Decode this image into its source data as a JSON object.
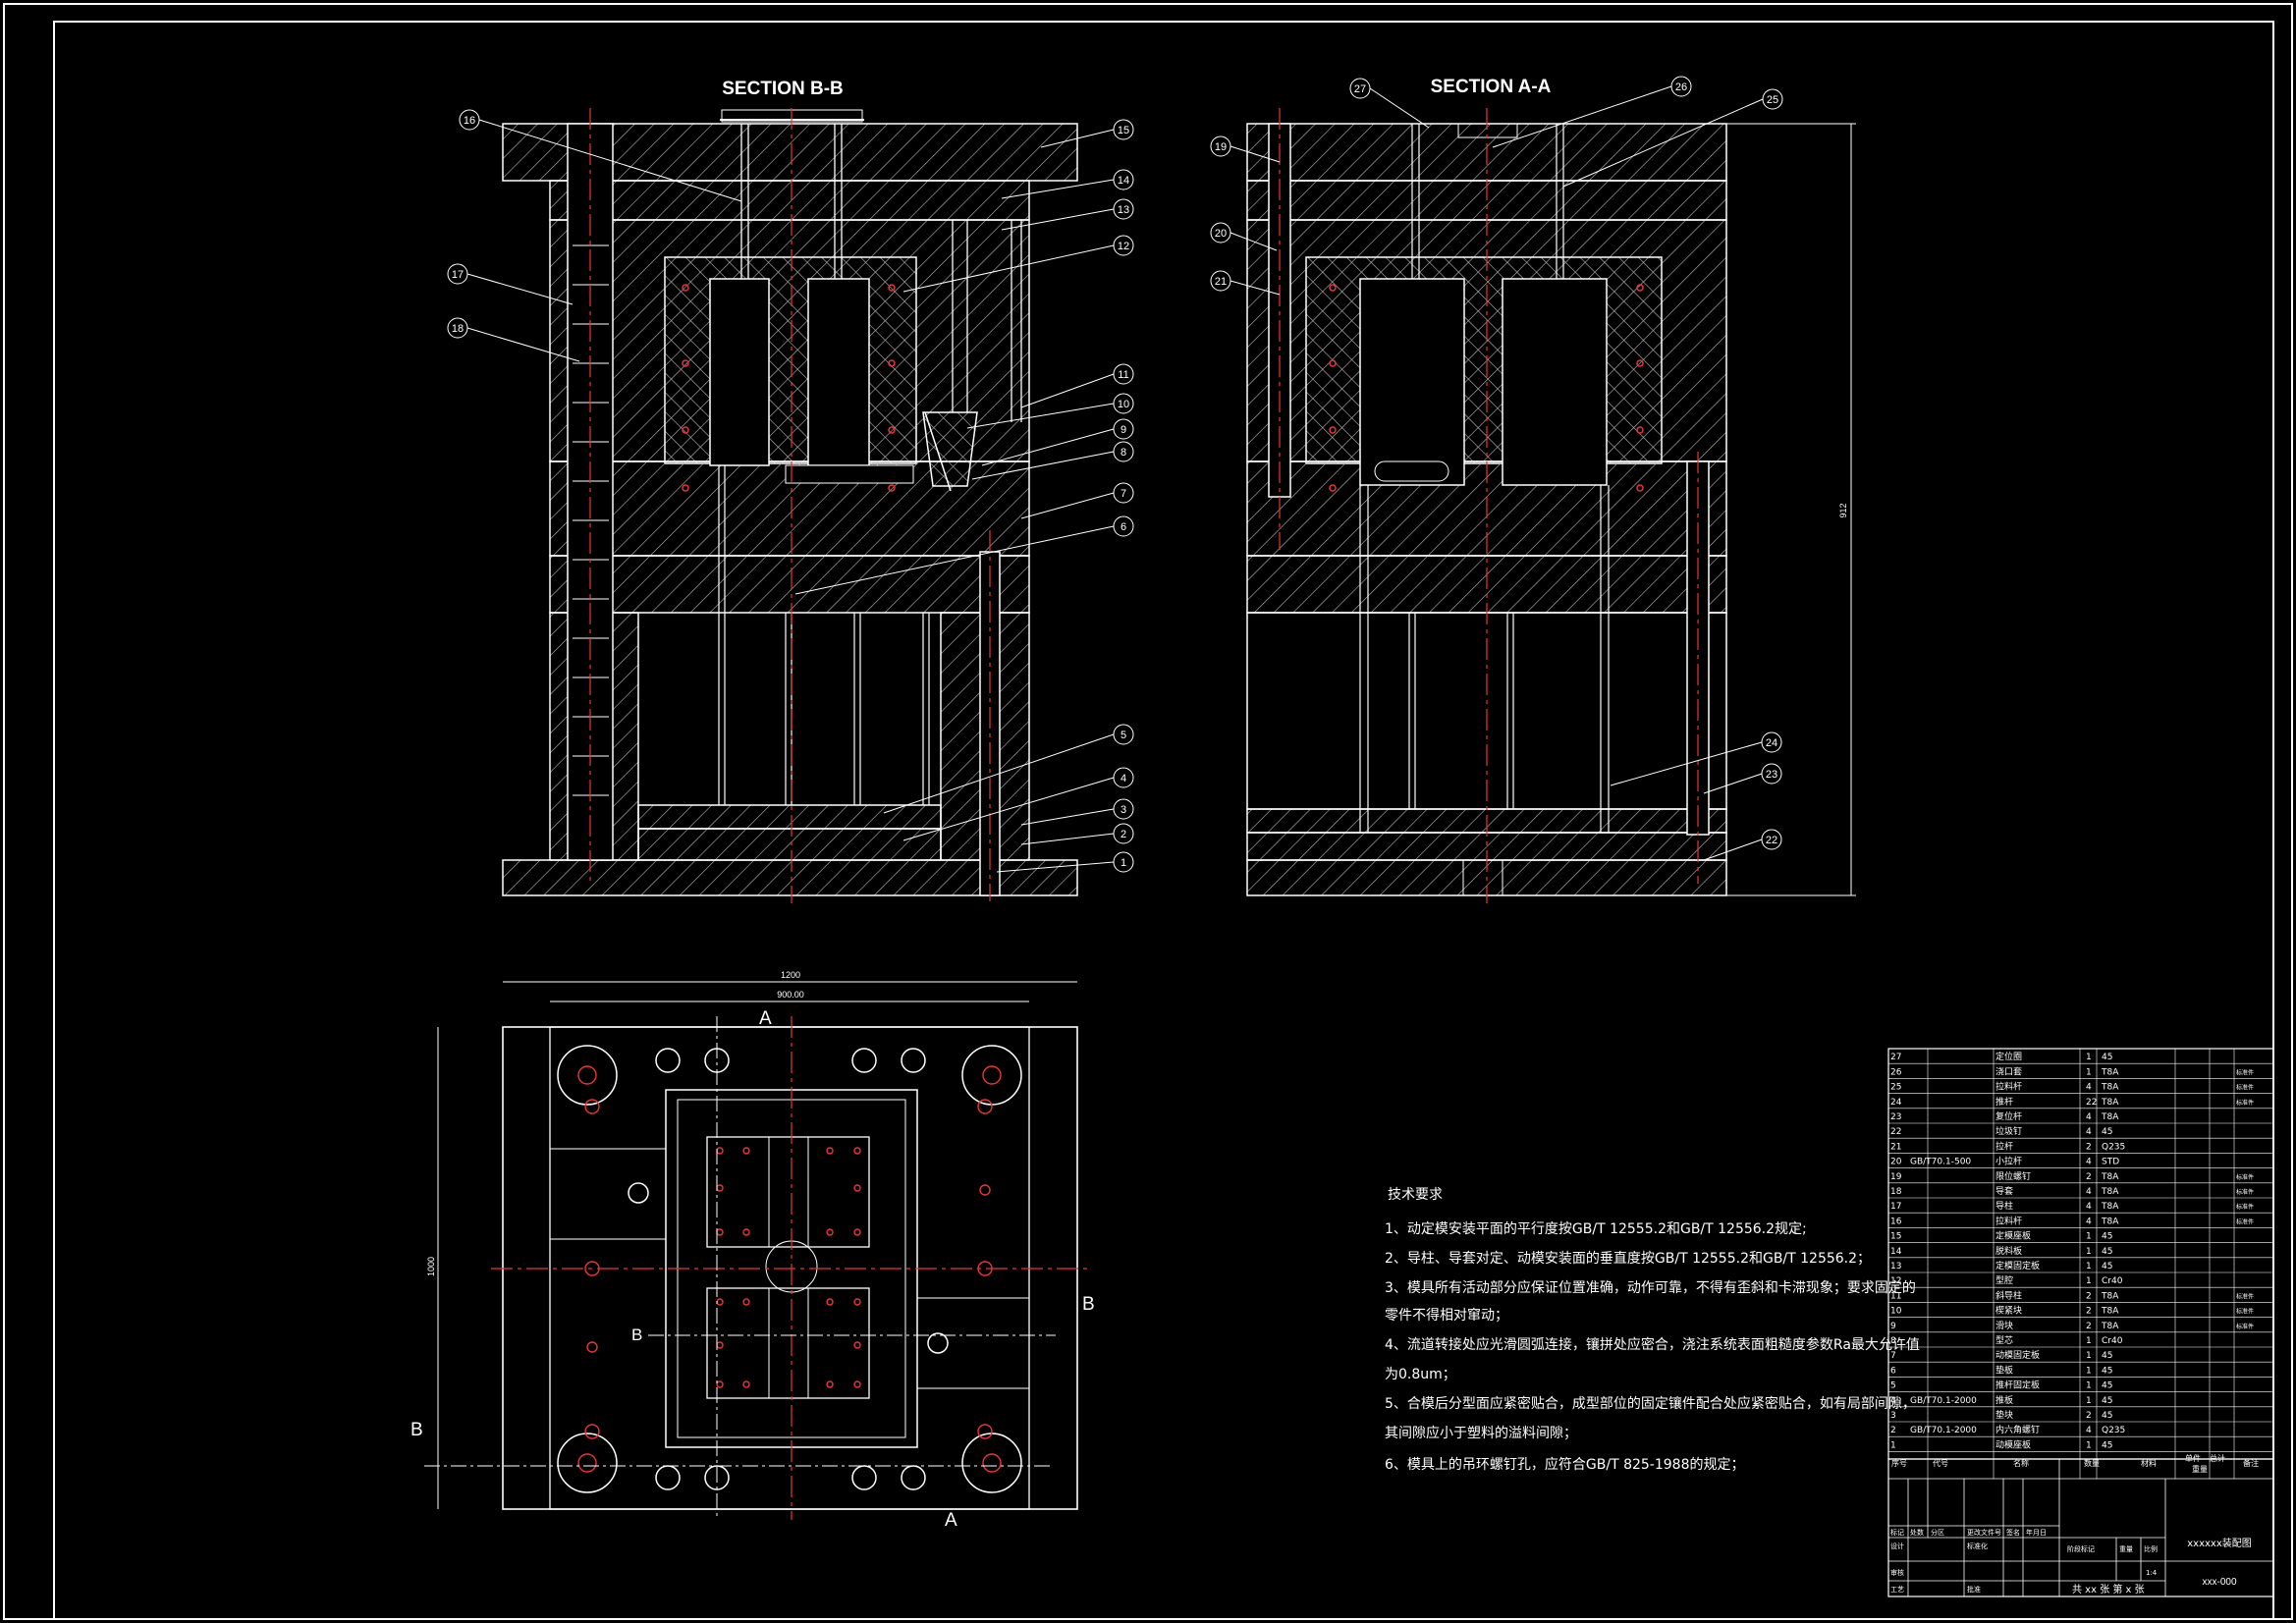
{
  "titles": {
    "section_bb": "SECTION B-B",
    "section_aa": "SECTION A-A"
  },
  "section_marks": {
    "a": "A",
    "b": "B"
  },
  "dims": {
    "top_outer": "1200",
    "top_inner": "900.00",
    "left": "1000",
    "right": "912"
  },
  "callouts_bb": [
    "1",
    "2",
    "3",
    "4",
    "5",
    "6",
    "7",
    "8",
    "9",
    "10",
    "11",
    "12",
    "13",
    "14",
    "15",
    "16",
    "17",
    "18"
  ],
  "callouts_aa": [
    "19",
    "20",
    "21",
    "22",
    "23",
    "24",
    "25",
    "26",
    "27"
  ],
  "tech_req": {
    "title": "技术要求",
    "lines": [
      "1、动定模安装平面的平行度按GB/T 12555.2和GB/T 12556.2规定;",
      "2、导柱、导套对定、动模安装面的垂直度按GB/T 12555.2和GB/T 12556.2；",
      "3、模具所有活动部分应保证位置准确，动作可靠，不得有歪斜和卡滞现象；要求固定的",
      "   零件不得相对窜动；",
      "4、流道转接处应光滑圆弧连接，镶拼处应密合，浇注系统表面粗糙度参数Ra最大允许值",
      "   为0.8um；",
      "5、合模后分型面应紧密贴合，成型部位的固定镶件配合处应紧密贴合，如有局部间隙，",
      "   其间隙应小于塑料的溢料间隙；",
      "6、模具上的吊环螺钉孔，应符合GB/T 825-1988的规定；"
    ]
  },
  "bom": [
    {
      "no": "27",
      "std": "",
      "name": "定位圈",
      "qty": "1",
      "mat": "45",
      "note": ""
    },
    {
      "no": "26",
      "std": "",
      "name": "浇口套",
      "qty": "1",
      "mat": "T8A",
      "note": "标准件"
    },
    {
      "no": "25",
      "std": "",
      "name": "拉料杆",
      "qty": "4",
      "mat": "T8A",
      "note": "标准件"
    },
    {
      "no": "24",
      "std": "",
      "name": "推杆",
      "qty": "22",
      "mat": "T8A",
      "note": "标准件"
    },
    {
      "no": "23",
      "std": "",
      "name": "复位杆",
      "qty": "4",
      "mat": "T8A",
      "note": ""
    },
    {
      "no": "22",
      "std": "",
      "name": "垃圾钉",
      "qty": "4",
      "mat": "45",
      "note": ""
    },
    {
      "no": "21",
      "std": "",
      "name": "拉杆",
      "qty": "2",
      "mat": "Q235",
      "note": ""
    },
    {
      "no": "20",
      "std": "GB/T70.1-500",
      "name": "小拉杆",
      "qty": "4",
      "mat": "STD",
      "note": ""
    },
    {
      "no": "19",
      "std": "",
      "name": "限位螺钉",
      "qty": "2",
      "mat": "T8A",
      "note": "标准件"
    },
    {
      "no": "18",
      "std": "",
      "name": "导套",
      "qty": "4",
      "mat": "T8A",
      "note": "标准件"
    },
    {
      "no": "17",
      "std": "",
      "name": "导柱",
      "qty": "4",
      "mat": "T8A",
      "note": "标准件"
    },
    {
      "no": "16",
      "std": "",
      "name": "拉料杆",
      "qty": "4",
      "mat": "T8A",
      "note": "标准件"
    },
    {
      "no": "15",
      "std": "",
      "name": "定模座板",
      "qty": "1",
      "mat": "45",
      "note": ""
    },
    {
      "no": "14",
      "std": "",
      "name": "脱料板",
      "qty": "1",
      "mat": "45",
      "note": ""
    },
    {
      "no": "13",
      "std": "",
      "name": "定模固定板",
      "qty": "1",
      "mat": "45",
      "note": ""
    },
    {
      "no": "12",
      "std": "",
      "name": "型腔",
      "qty": "1",
      "mat": "Cr40",
      "note": ""
    },
    {
      "no": "11",
      "std": "",
      "name": "斜导柱",
      "qty": "2",
      "mat": "T8A",
      "note": "标准件"
    },
    {
      "no": "10",
      "std": "",
      "name": "楔紧块",
      "qty": "2",
      "mat": "T8A",
      "note": "标准件"
    },
    {
      "no": "9",
      "std": "",
      "name": "滑块",
      "qty": "2",
      "mat": "T8A",
      "note": "标准件"
    },
    {
      "no": "8",
      "std": "",
      "name": "型芯",
      "qty": "1",
      "mat": "Cr40",
      "note": ""
    },
    {
      "no": "7",
      "std": "",
      "name": "动模固定板",
      "qty": "1",
      "mat": "45",
      "note": ""
    },
    {
      "no": "6",
      "std": "",
      "name": "垫板",
      "qty": "1",
      "mat": "45",
      "note": ""
    },
    {
      "no": "5",
      "std": "",
      "name": "推杆固定板",
      "qty": "1",
      "mat": "45",
      "note": ""
    },
    {
      "no": "4",
      "std": "GB/T70.1-2000",
      "name": "推板",
      "qty": "1",
      "mat": "45",
      "note": ""
    },
    {
      "no": "3",
      "std": "",
      "name": "垫块",
      "qty": "2",
      "mat": "45",
      "note": ""
    },
    {
      "no": "2",
      "std": "GB/T70.1-2000",
      "name": "内六角螺钉",
      "qty": "4",
      "mat": "Q235",
      "note": ""
    },
    {
      "no": "1",
      "std": "",
      "name": "动模座板",
      "qty": "1",
      "mat": "45",
      "note": ""
    }
  ],
  "bom_header": {
    "no": "序号",
    "std": "代号",
    "name": "名称",
    "qty": "数量",
    "mat": "材料",
    "w1": "单件",
    "w2": "总计",
    "weight": "重量",
    "note": "备注"
  },
  "title_block": {
    "drawing_name": "xxxxxx装配图",
    "drawing_no": "xxx-000",
    "scale": "1:4",
    "sheets": "共 xx 张  第 x 张",
    "stage": "阶段标记",
    "weight": "重量",
    "ratio": "比例",
    "labels": [
      "标记",
      "处数",
      "分区",
      "更改文件号",
      "签名",
      "年月日",
      "设计",
      "标准化",
      "审核",
      "工艺",
      "批准"
    ]
  }
}
